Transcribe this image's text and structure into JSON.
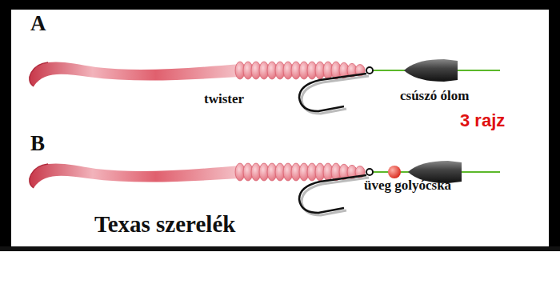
{
  "diagram": {
    "caption": "Texas szerelék",
    "labels": [
      "A",
      "twister",
      "csúszó ólom",
      "3 rajz",
      "B",
      "üveg golyócska"
    ]
  }
}
